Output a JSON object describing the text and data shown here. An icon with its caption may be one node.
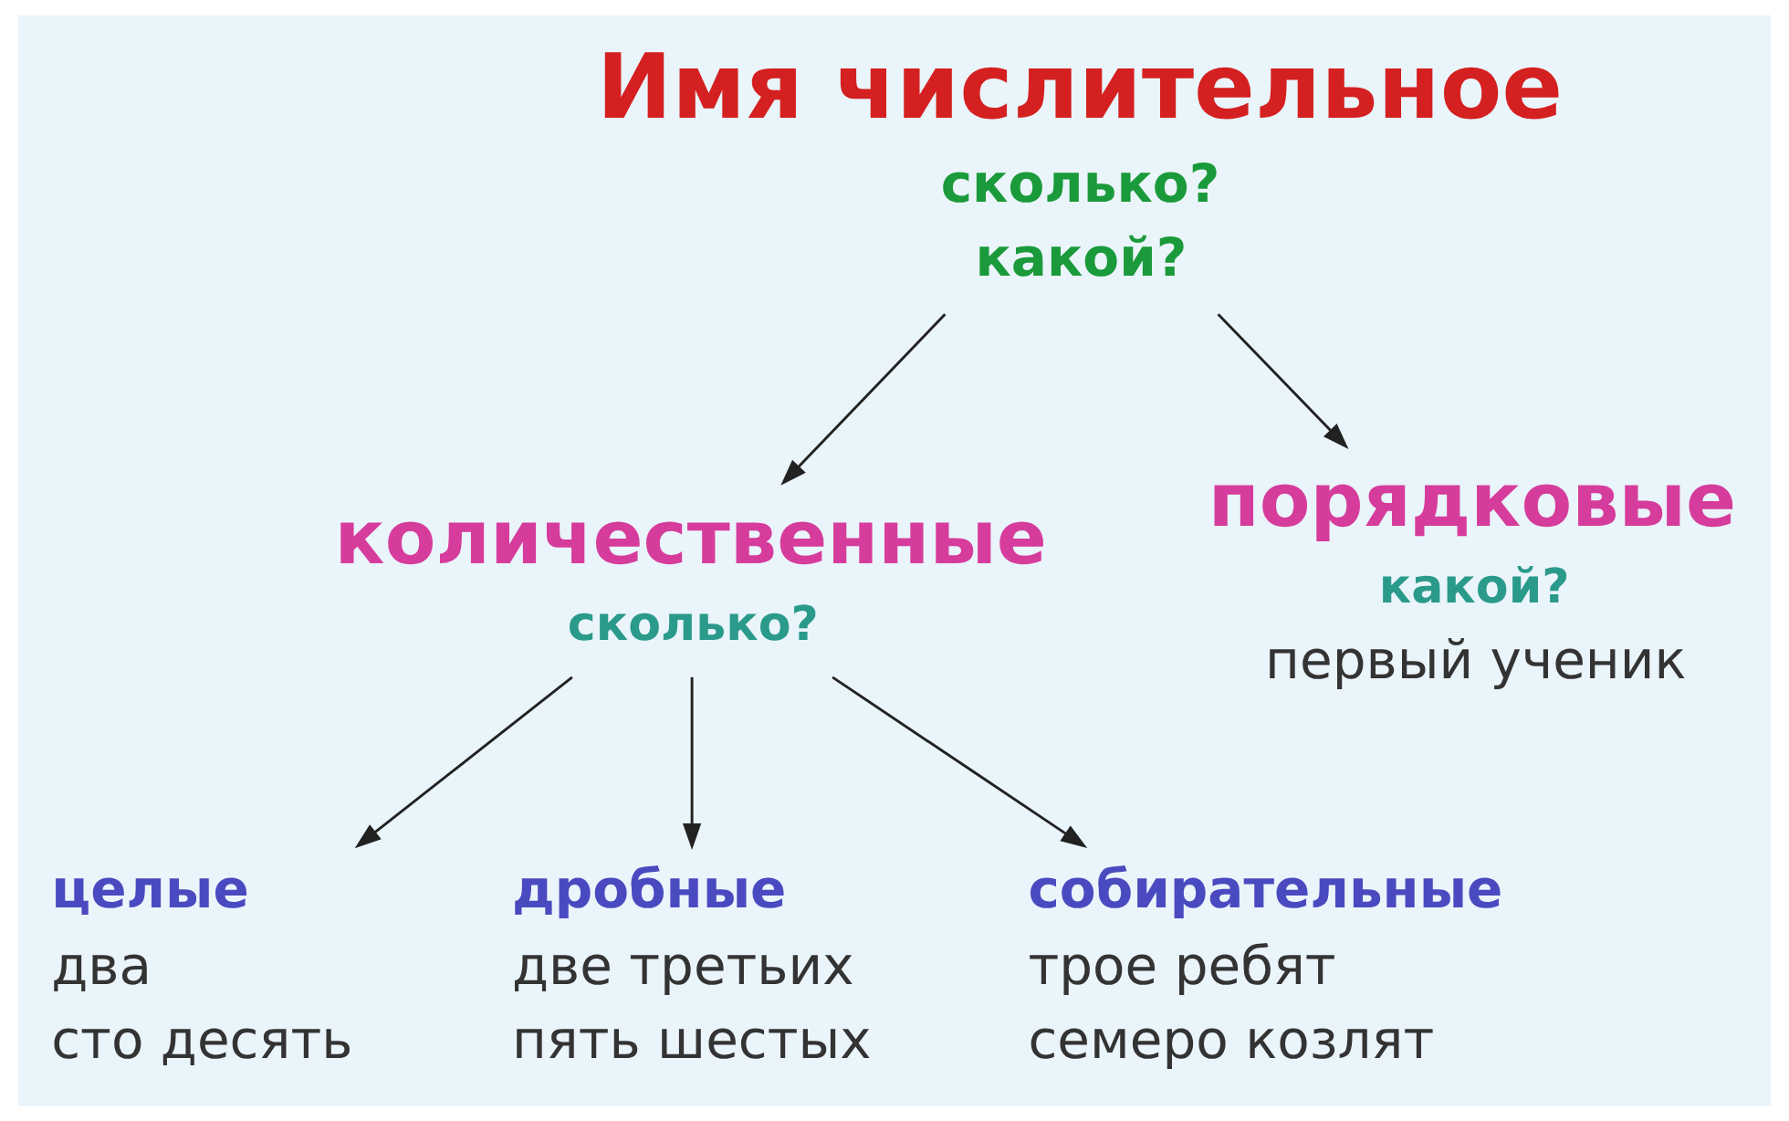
{
  "diagram": {
    "nodes": [
      {
        "text": [
          "Имя числительное",
          "сколько?",
          "какой?"
        ]
      },
      {
        "text": [
          "количественные",
          "сколько?"
        ]
      },
      {
        "text": [
          "порядковые",
          "какой?",
          "первый ученик"
        ]
      },
      {
        "text": [
          "целые",
          "два",
          "сто десять"
        ]
      },
      {
        "text": [
          "дробные",
          "две третьих",
          "пять шестых"
        ]
      },
      {
        "text": [
          "собирательные",
          "трое ребят",
          "семеро козлят"
        ]
      }
    ],
    "edges": [
      {
        "from": 0,
        "to": 1,
        "arrow": "to"
      },
      {
        "from": 0,
        "to": 2,
        "arrow": "to"
      },
      {
        "from": 1,
        "to": 3,
        "arrow": "to"
      },
      {
        "from": 1,
        "to": 4,
        "arrow": "to"
      },
      {
        "from": 1,
        "to": 5,
        "arrow": "to"
      }
    ]
  }
}
